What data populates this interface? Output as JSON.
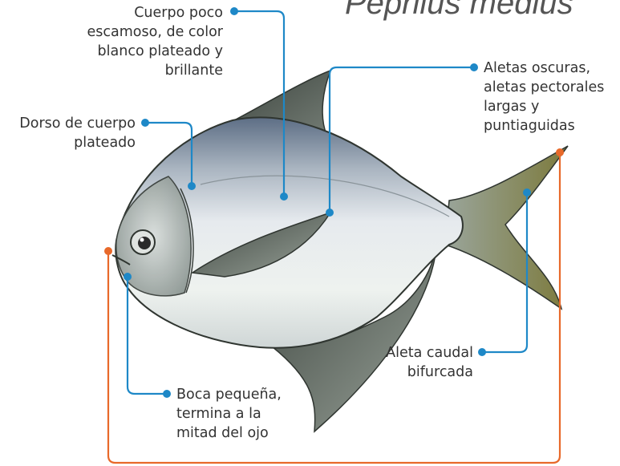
{
  "title": "Peprilus medius",
  "colors": {
    "callout_blue": "#1e88c7",
    "callout_orange": "#e8692a"
  },
  "labels": {
    "cuerpo": [
      "Cuerpo poco",
      "escamoso, de color",
      "blanco plateado y",
      "brillante"
    ],
    "dorso": [
      "Dorso de cuerpo",
      "plateado"
    ],
    "aletas": [
      "Aletas oscuras,",
      "aletas pectorales",
      "largas y",
      "puntiaguidas"
    ],
    "caudal": [
      "Aleta caudal",
      "bifurcada"
    ],
    "boca": [
      "Boca pequeña,",
      "termina a la",
      "mitad del ojo"
    ]
  }
}
